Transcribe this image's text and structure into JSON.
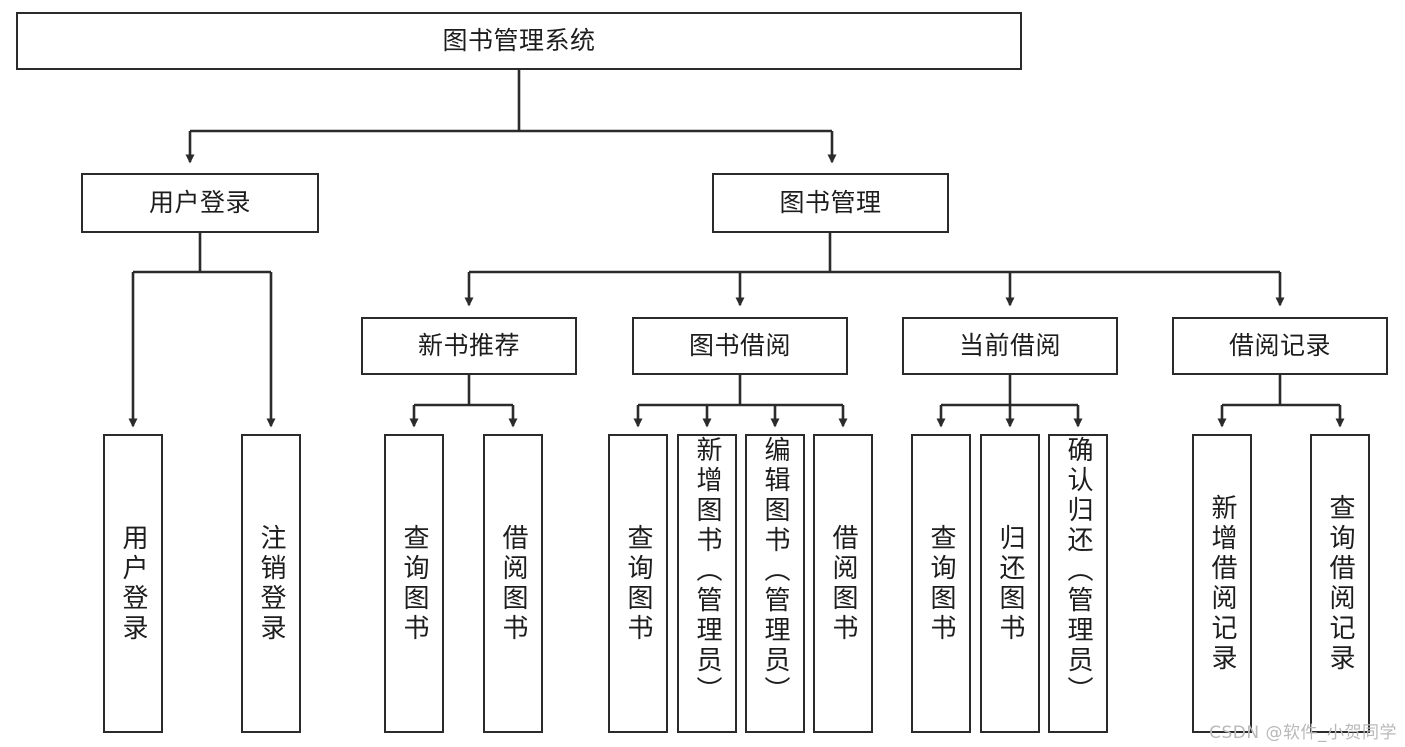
{
  "diagram": {
    "type": "tree",
    "title": "图书管理系统",
    "colors": {
      "border": "#2b2b2b",
      "fill": "#ffffff",
      "text": "#1d1d1d",
      "connector": "#2b2b2b",
      "watermark": "#b9b9b9"
    },
    "root": {
      "label": "图书管理系统"
    },
    "level2": [
      {
        "label": "用户登录"
      },
      {
        "label": "图书管理"
      }
    ],
    "level3": [
      {
        "label": "新书推荐"
      },
      {
        "label": "图书借阅"
      },
      {
        "label": "当前借阅"
      },
      {
        "label": "借阅记录"
      }
    ],
    "leaves": {
      "user_login": [
        {
          "label": "用户登录"
        },
        {
          "label": "注销登录"
        }
      ],
      "new_book_recommend": [
        {
          "label": "查询图书"
        },
        {
          "label": "借阅图书"
        }
      ],
      "book_borrow": [
        {
          "label": "查询图书"
        },
        {
          "label": "新增图书（管理员）"
        },
        {
          "label": "编辑图书（管理员）"
        },
        {
          "label": "借阅图书"
        }
      ],
      "current_borrow": [
        {
          "label": "查询图书"
        },
        {
          "label": "归还图书"
        },
        {
          "label": "确认归还（管理员）"
        }
      ],
      "borrow_record": [
        {
          "label": "新增借阅记录"
        },
        {
          "label": "查询借阅记录"
        }
      ]
    }
  },
  "watermark": {
    "text": "CSDN @软件_小贺同学"
  }
}
